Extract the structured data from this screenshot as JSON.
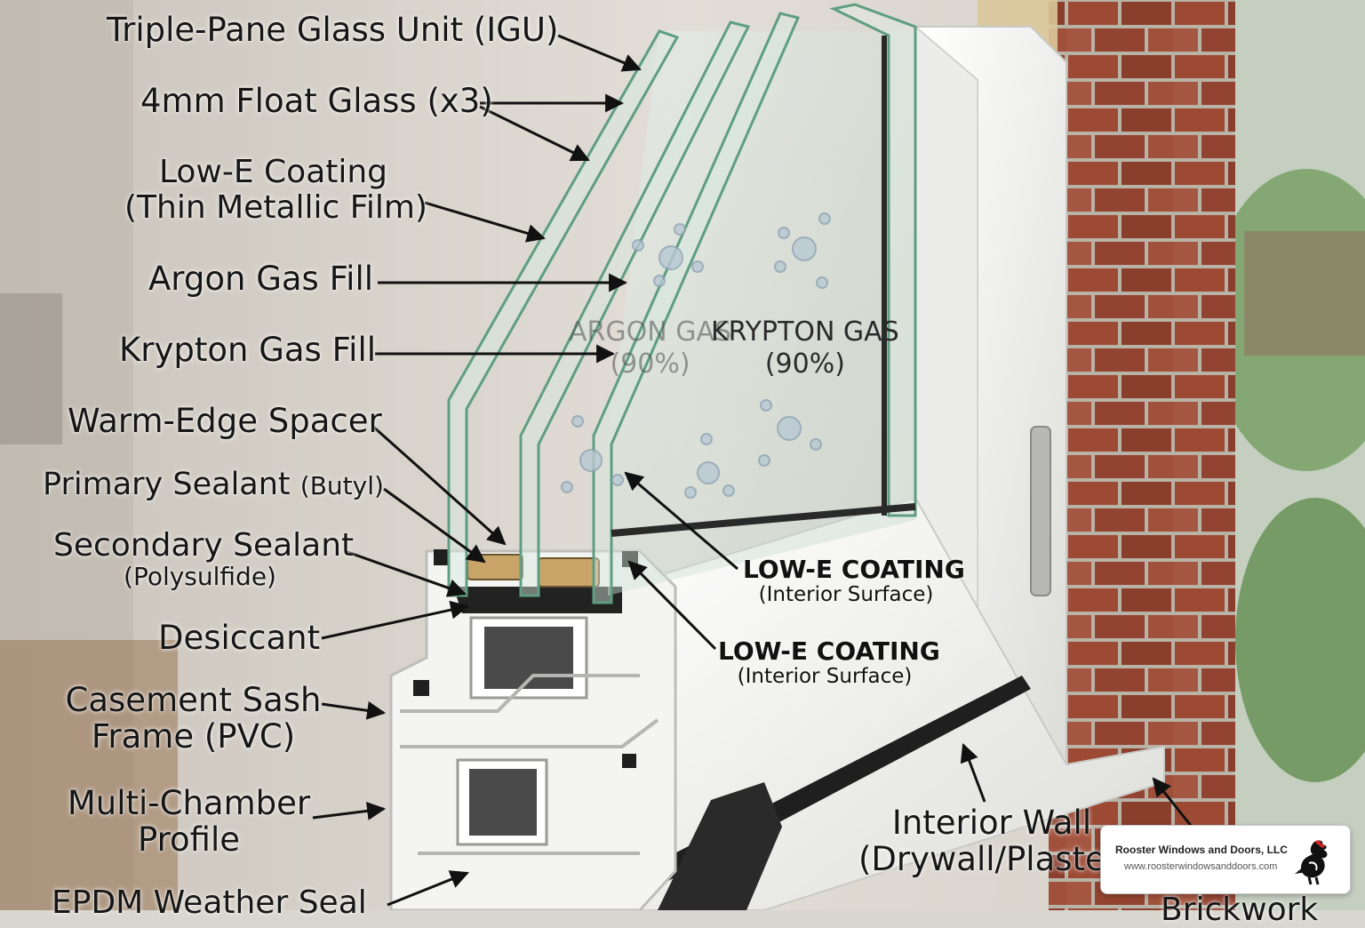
{
  "labels": {
    "igu": "Triple-Pane Glass Unit (IGU)",
    "float_glass": "4mm Float Glass (x3)",
    "low_e_line1": "Low-E Coating",
    "low_e_line2": "(Thin Metallic Film)",
    "argon": "Argon Gas Fill",
    "krypton": "Krypton Gas Fill",
    "spacer": "Warm-Edge Spacer",
    "primary_main": "Primary Sealant ",
    "primary_sub": "(Butyl)",
    "secondary_main": "Secondary Sealant",
    "secondary_sub": "(Polysulfide)",
    "desiccant": "Desiccant",
    "sash_line1": "Casement Sash",
    "sash_line2": "Frame (PVC)",
    "profile_line1": "Multi-Chamber",
    "profile_line2": "Profile",
    "epdm": "EPDM Weather Seal",
    "interior_line1": "Interior Wall",
    "interior_line2": "(Drywall/Plaster)",
    "brickwork": "Brickwork"
  },
  "gas_labels": {
    "argon_name": "ARGON GAS",
    "argon_pct": "(90%)",
    "krypton_name": "KRYPTON GAS",
    "krypton_pct": "(90%)"
  },
  "coatings": [
    {
      "title": "LOW-E COATING",
      "sub": "(Interior Surface)"
    },
    {
      "title": "LOW-E COATING",
      "sub": "(Interior Surface)"
    }
  ],
  "brand": {
    "name": "Rooster Windows and Doors, LLC",
    "url": "www.roosterwindowsanddoors.com"
  },
  "colors": {
    "glass_edge": "#5f9e82",
    "pvc": "#f3f3f1",
    "brick": "#9a4a36",
    "seal": "#1c1c1c",
    "desiccant": "#c9a468"
  }
}
